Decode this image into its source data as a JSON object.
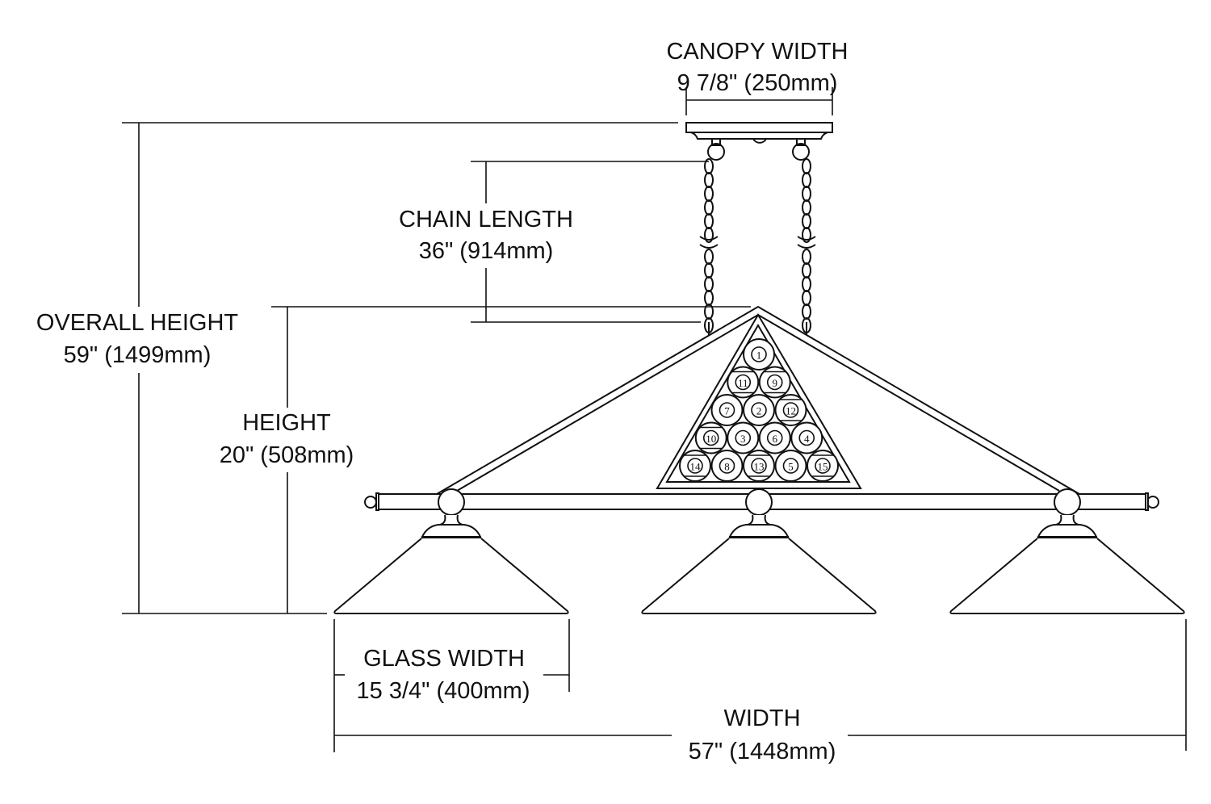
{
  "dimensions": {
    "canopy_width": {
      "title": "CANOPY WIDTH",
      "value": "9 7/8\" (250mm)"
    },
    "chain_length": {
      "title": "CHAIN LENGTH",
      "value": "36\" (914mm)"
    },
    "overall_height": {
      "title": "OVERALL HEIGHT",
      "value": "59\" (1499mm)"
    },
    "height": {
      "title": "HEIGHT",
      "value": "20\" (508mm)"
    },
    "glass_width": {
      "title": "GLASS WIDTH",
      "value": "15 3/4\" (400mm)"
    },
    "width": {
      "title": "WIDTH",
      "value": "57\" (1448mm)"
    }
  },
  "billiard_rack": {
    "rows": [
      [
        "1"
      ],
      [
        "11",
        "9"
      ],
      [
        "7",
        "2",
        "12"
      ],
      [
        "10",
        "3",
        "6",
        "4"
      ],
      [
        "14",
        "8",
        "13",
        "5",
        "15"
      ]
    ]
  },
  "shades": {
    "count": 3
  },
  "colors": {
    "line": "#111111",
    "background": "#ffffff"
  }
}
